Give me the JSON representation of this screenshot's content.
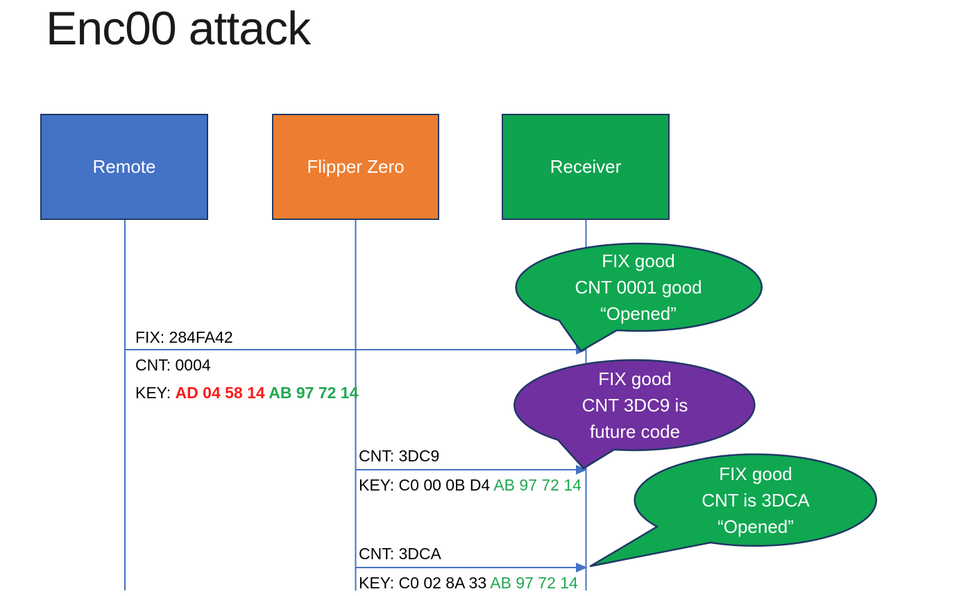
{
  "title": "Enc00 attack",
  "actors": [
    {
      "id": "remote",
      "label": "Remote",
      "color": "#4472C4"
    },
    {
      "id": "flipper-zero",
      "label": "Flipper Zero",
      "color": "#ED7D31"
    },
    {
      "id": "receiver",
      "label": "Receiver",
      "color": "#0FA24F"
    }
  ],
  "messages": [
    {
      "from": "Remote",
      "to": "Receiver",
      "label_above": "FIX: 284FA42",
      "below_label": "CNT: 0004",
      "key_segments": [
        {
          "text": "KEY: ",
          "color": "#000000",
          "bold": false
        },
        {
          "text": "AD 04 58 14 ",
          "color": "#FA1A1A",
          "bold": true
        },
        {
          "text": "AB 97 72 14",
          "color": "#21A750",
          "bold": true
        }
      ]
    },
    {
      "from": "Flipper Zero",
      "to": "Receiver",
      "label_above": "CNT: 3DC9",
      "key_segments": [
        {
          "text": "KEY: C0 00 0B D4 ",
          "color": "#000000",
          "bold": false
        },
        {
          "text": "AB 97 72 14",
          "color": "#21A750",
          "bold": false
        }
      ]
    },
    {
      "from": "Flipper Zero",
      "to": "Receiver",
      "label_above": "CNT: 3DCA",
      "key_segments": [
        {
          "text": "KEY: C0 02 8A 33 ",
          "color": "#000000",
          "bold": false
        },
        {
          "text": "AB 97 72 14",
          "color": "#21A750",
          "bold": false
        }
      ]
    }
  ],
  "callouts": [
    {
      "shape": "oval-callout",
      "fill": "#10A751",
      "lines": [
        "FIX good",
        "CNT 0001 good",
        "“Opened”"
      ]
    },
    {
      "shape": "oval-callout",
      "fill": "#7030A0",
      "lines": [
        "FIX good",
        "CNT 3DC9 is",
        "future code"
      ]
    },
    {
      "shape": "oval-callout",
      "fill": "#10A751",
      "lines": [
        "FIX good",
        "CNT is 3DCA",
        "“Opened”"
      ]
    }
  ],
  "colors": {
    "outline_navy": "#1F3864",
    "line_blue": "#4472C4",
    "key_red": "#FA1A1A",
    "key_green": "#21A750",
    "callout_green": "#10A751",
    "callout_purple": "#7030A0",
    "text_white": "#FFFFFF",
    "text_black": "#000000",
    "background": "#FFFFFF"
  }
}
